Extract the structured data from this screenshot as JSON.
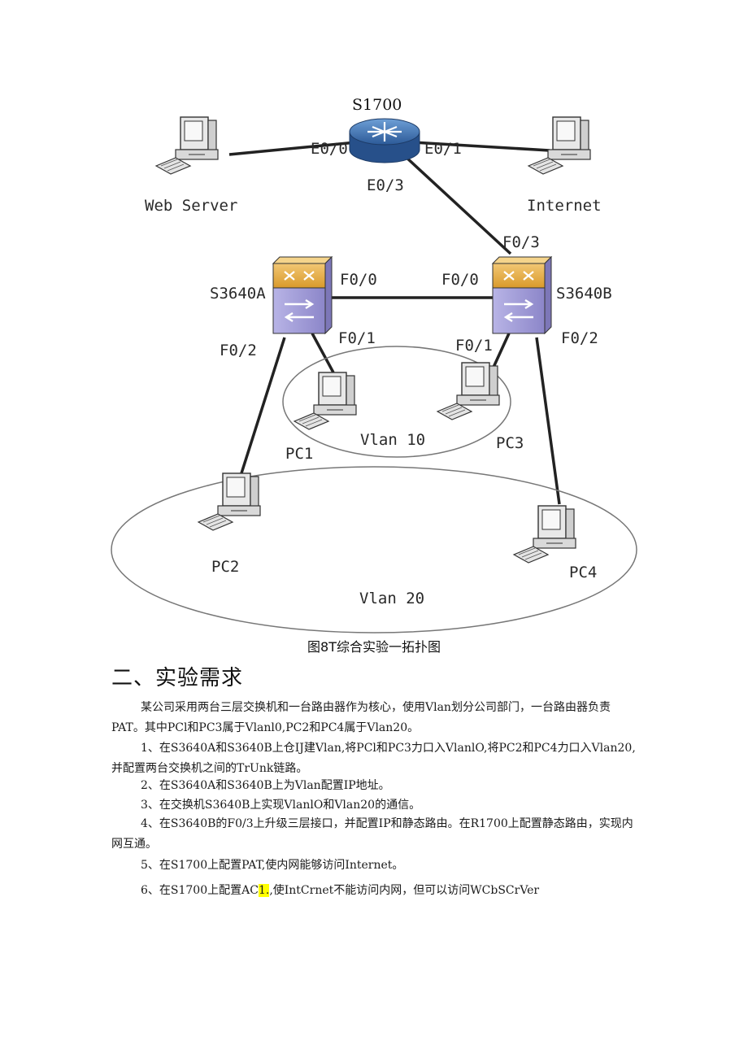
{
  "diagram": {
    "router": {
      "name": "S1700",
      "port_left": "E0/0",
      "port_right": "E0/1",
      "port_down": "E0/3"
    },
    "web_server": "Web Server",
    "internet": "Internet",
    "switch_a": {
      "name": "S3640A",
      "port_f00": "F0/0",
      "port_f01": "F0/1",
      "port_f02": "F0/2"
    },
    "switch_b": {
      "name": "S3640B",
      "port_f03": "F0/3",
      "port_f00": "F0/0",
      "port_f01": "F0/1",
      "port_f02": "F0/2"
    },
    "pcs": [
      "PC1",
      "PC2",
      "PC3",
      "PC4"
    ],
    "vlan10": "Vlan 10",
    "vlan20": "Vlan 20"
  },
  "caption": "图8T综合实验一拓扑图",
  "section_heading": "二、实验需求",
  "intro": "某公司采用两台三层交换机和一台路由器作为核心，使用Vlan划分公司部门，一台路由器负责PAT。其中PCl和PC3属于Vlanl0,PC2和PC4属于Vlan20。",
  "items": {
    "item1": "1、在S3640A和S3640B上仓IJ建Vlan,将PCl和PC3力口入VlanlO,将PC2和PC4力口入Vlan20,并配置两台交换机之间的TrUnk链路。",
    "item2": "2、在S3640A和S3640B上为Vlan配置IP地址。",
    "item3": "3、在交换机S3640B上实现VlanlO和Vlan20的通信。",
    "item4": "4、在S3640B的F0/3上升级三层接口，并配置IP和静态路由。在R1700上配置静态路由，实现内网互通。",
    "item5": "5、在S1700上配置PAT,使内网能够访问Internet。",
    "item6_pre": "6、在S1700上配置AC",
    "item6_hl": "1.",
    "item6_post": ",使IntCrnet不能访问内网，但可以访问WCbSCrVer"
  }
}
